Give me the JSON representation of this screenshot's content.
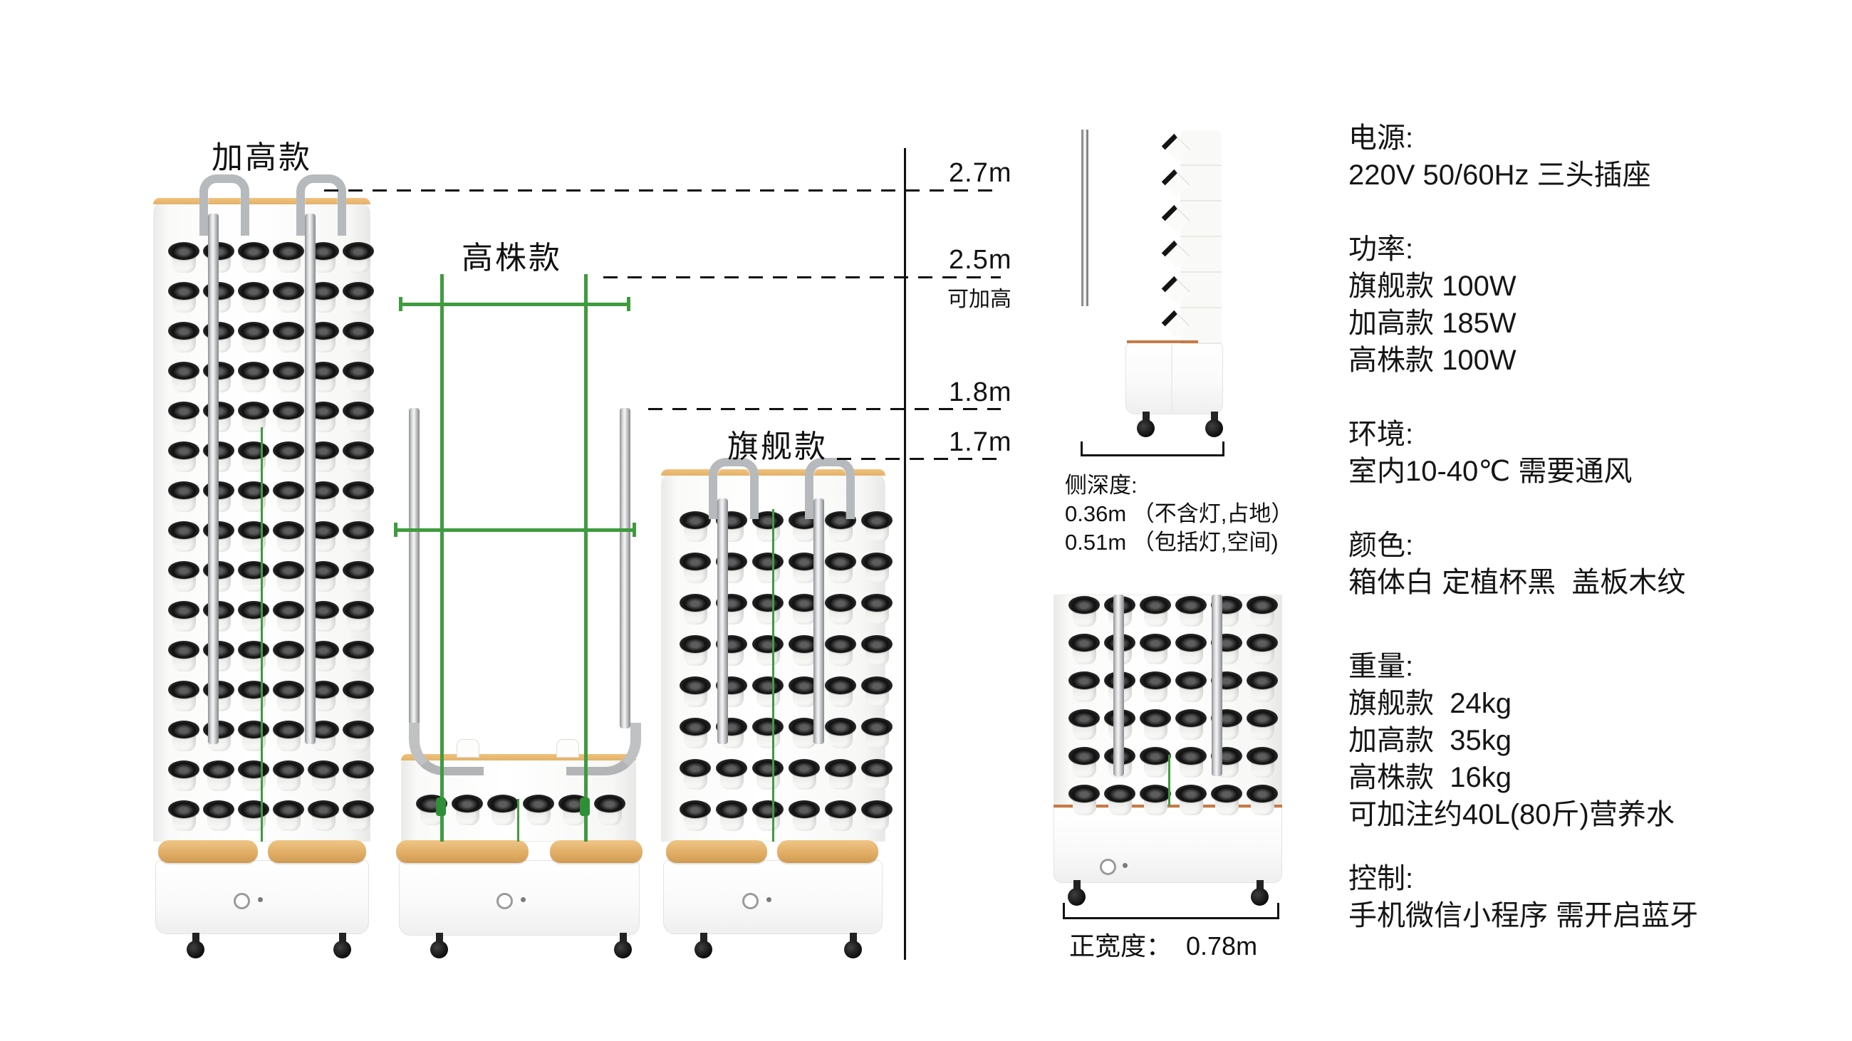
{
  "models": {
    "heightened": {
      "label": "加高款",
      "cup_rows": 15,
      "cup_cols": 6
    },
    "tall_plant": {
      "label": "高株款",
      "cup_rows": 1,
      "cup_cols": 6
    },
    "flagship": {
      "label": "旗舰款",
      "cup_rows": 8,
      "cup_cols": 6
    }
  },
  "measurements": {
    "h27": {
      "label": "2.7m"
    },
    "h25": {
      "label": "2.5m",
      "note": "可加高"
    },
    "h18": {
      "label": "1.8m"
    },
    "h17": {
      "label": "1.7m"
    }
  },
  "side_view": {
    "title": "侧深度:",
    "lines": [
      "0.36m （不含灯,占地）",
      "0.51m （包括灯,空间)"
    ],
    "cup_count": 6
  },
  "front_view": {
    "cup_rows": 6,
    "cup_cols": 6,
    "width_label": "正宽度：  0.78m"
  },
  "specs": {
    "sections": [
      {
        "title": "电源:",
        "lines": [
          "220V 50/60Hz 三头插座"
        ]
      },
      {
        "title": "功率:",
        "lines": [
          "旗舰款 100W",
          "加高款 185W",
          "高株款 100W"
        ]
      },
      {
        "title": "环境:",
        "lines": [
          "室内10-40℃ 需要通风"
        ]
      },
      {
        "title": "颜色:",
        "lines": [
          "箱体白 定植杯黑  盖板木纹"
        ]
      },
      {
        "title": "重量:",
        "lines": [
          "旗舰款  24kg",
          "加高款  35kg",
          "高株款  16kg",
          "可加注约40L(80斤)营养水"
        ]
      },
      {
        "title": "控制:",
        "lines": [
          "手机微信小程序 需开启蓝牙"
        ]
      }
    ]
  },
  "colors": {
    "wood": "#e4b169",
    "copper": "#c87a45",
    "green": "#3f9b3f",
    "cup_black": "#161616",
    "silver": "#bfc1c3",
    "line_black": "#111111"
  }
}
